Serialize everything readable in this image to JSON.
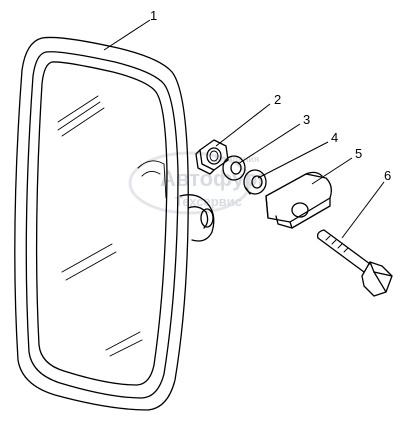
{
  "callouts": [
    {
      "id": "1",
      "label": "1"
    },
    {
      "id": "2",
      "label": "2"
    },
    {
      "id": "3",
      "label": "3"
    },
    {
      "id": "4",
      "label": "4"
    },
    {
      "id": "5",
      "label": "5"
    },
    {
      "id": "6",
      "label": "6"
    }
  ],
  "watermark": {
    "line1": "Компания",
    "line2": "Автофург",
    "line3": "Техсервис"
  },
  "parts": {
    "mirror": "mirror",
    "nut": "nut",
    "washer": "washer",
    "spring_washer": "spring-washer",
    "clamp": "clamp",
    "bolt": "bolt"
  }
}
